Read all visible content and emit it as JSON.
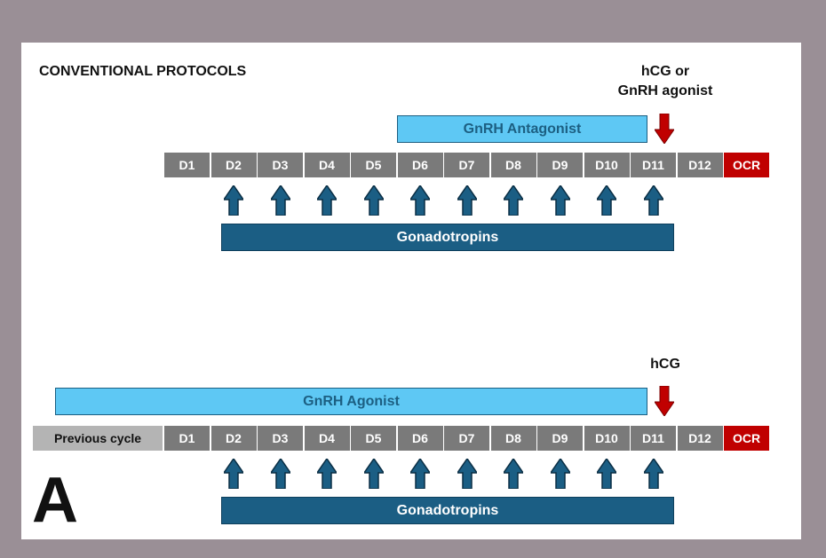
{
  "title": "CONVENTIONAL PROTOCOLS",
  "panel_letter": "A",
  "days": [
    "D1",
    "D2",
    "D3",
    "D4",
    "D5",
    "D6",
    "D7",
    "D8",
    "D9",
    "D10",
    "D11",
    "D12"
  ],
  "retrieval_label": "OCR",
  "protocol_top": {
    "trigger_line1": "hCG or",
    "trigger_line2": "GnRH agonist",
    "suppression_label": "GnRH Antagonist",
    "stimulation_label": "Gonadotropins"
  },
  "protocol_bottom": {
    "trigger": "hCG",
    "suppression_label": "GnRH Agonist",
    "previous_cycle_label": "Previous cycle",
    "stimulation_label": "Gonadotropins"
  },
  "colors": {
    "day_cell": "#7a7a7a",
    "retrieval_cell": "#c00000",
    "light_bar": "#5ec8f4",
    "dark_bar": "#1b5e84",
    "trigger_arrow": "#c00000"
  }
}
